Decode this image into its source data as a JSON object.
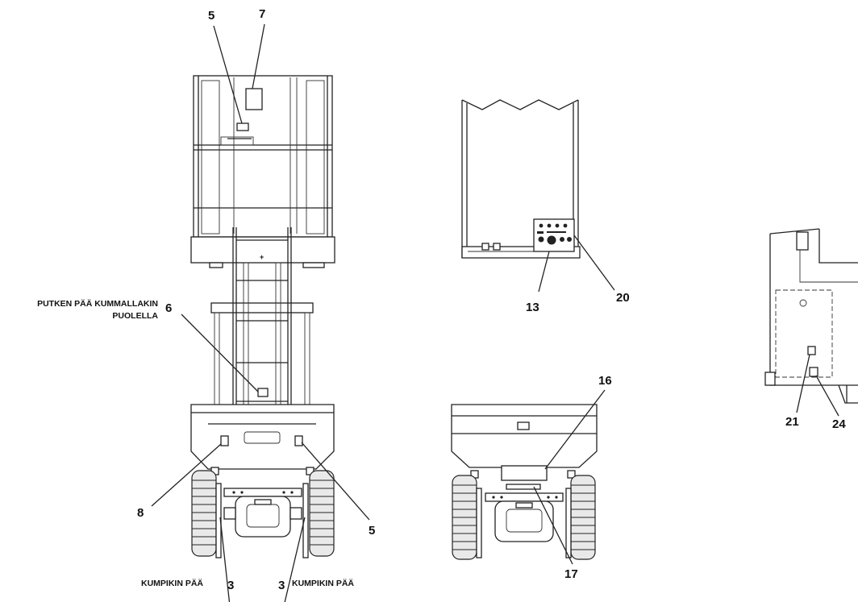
{
  "callouts": {
    "c5_top": "5",
    "c7": "7",
    "c6": "6",
    "c8": "8",
    "c5_side": "5",
    "c3_left": "3",
    "c3_right": "3",
    "c13": "13",
    "c20": "20",
    "c16": "16",
    "c17": "17",
    "c21": "21",
    "c24": "24"
  },
  "texts": {
    "tube_end_line1": "PUTKEN PÄÄ KUMMALLAKIN",
    "tube_end_line2": "PUOLELLA",
    "either_end_left": "KUMPIKIN PÄÄ",
    "either_end_right": "KUMPIKIN PÄÄ"
  }
}
